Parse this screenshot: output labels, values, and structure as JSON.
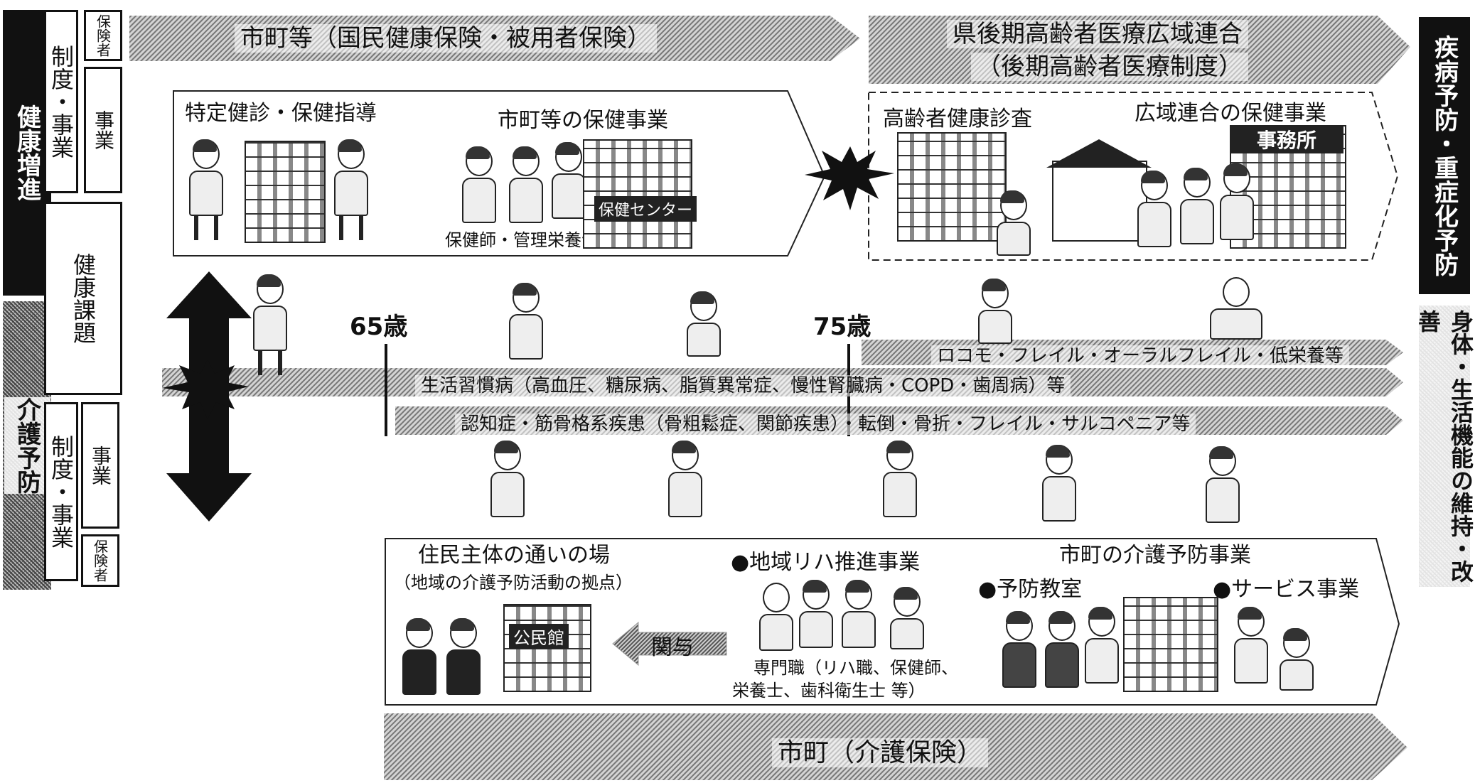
{
  "left_column": {
    "health_promotion": "健康増進",
    "care_prevention": "介護予防",
    "system_business_top": "制度・事業",
    "system_business_bottom": "制度・事業",
    "insurer_top": "保険者",
    "business_top": "事業",
    "health_issues": "健康課題",
    "business_bottom": "事業",
    "insurer_bottom": "保険者"
  },
  "right_column": {
    "disease_prevention": "疾病予防・重症化予防",
    "function_maintenance": "身体・生活機能の維持・改善"
  },
  "top_row": {
    "municipal_insurer": "市町等（国民健康保険・被用者保険）",
    "wide_area_union": "県後期高齢者医療広域連合",
    "wide_area_system": "（後期高齢者医療制度）"
  },
  "top_business": {
    "specific_checkup": "特定健診・保健指導",
    "municipal_health_business": "市町等の保健事業",
    "staff_label": "保健師・管理栄養士等",
    "elderly_checkup": "高齢者健康診査",
    "union_health_business": "広域連合の保健事業",
    "office_sign": "事務所",
    "center_sign": "保健センター"
  },
  "age_markers": {
    "age_65": "65歳",
    "age_75": "75歳"
  },
  "issue_bands": {
    "frail_band": "ロコモ・フレイル・オーラルフレイル・低栄養等",
    "lifestyle_band": "生活習慣病（高血圧、糖尿病、脂質異常症、慢性腎臓病・COPD・歯周病）等",
    "care_band": "認知症・筋骨格系疾患（骨粗鬆症、関節疾患）・転倒・骨折・フレイル・サルコペニア等"
  },
  "bottom_business": {
    "resident_place": "住民主体の通いの場",
    "resident_place_sub": "（地域の介護予防活動の拠点）",
    "community_hall": "公民館",
    "involvement": "関与",
    "rehab_promotion": "●地域リハ推進事業",
    "professionals": "専門職（リハ職、保健師、",
    "professionals_2": "栄養士、歯科衛生士 等）",
    "municipal_care_prevention": "市町の介護予防事業",
    "prevention_class": "●予防教室",
    "service_business": "●サービス事業"
  },
  "bottom_row": {
    "municipal_care_insurance": "市町（介護保険）"
  }
}
